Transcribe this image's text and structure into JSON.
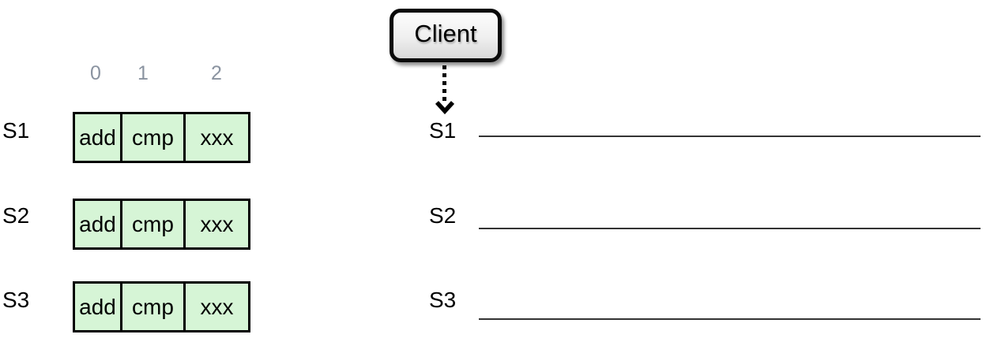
{
  "colors": {
    "cell-fill": "#d6f5d6",
    "cell-border": "#000000",
    "index-text": "#8a93a0",
    "timeline-line": "#333333"
  },
  "left_log": {
    "indices": [
      "0",
      "1",
      "2"
    ],
    "rows": [
      {
        "label": "S1",
        "cells": [
          "add",
          "cmp",
          "xxx"
        ]
      },
      {
        "label": "S2",
        "cells": [
          "add",
          "cmp",
          "xxx"
        ]
      },
      {
        "label": "S3",
        "cells": [
          "add",
          "cmp",
          "xxx"
        ]
      }
    ]
  },
  "right_timeline": {
    "client": {
      "label": "Client",
      "arrow_icon": "dotted-down-arrow-icon"
    },
    "rows": [
      {
        "label": "S1"
      },
      {
        "label": "S2"
      },
      {
        "label": "S3"
      }
    ]
  }
}
